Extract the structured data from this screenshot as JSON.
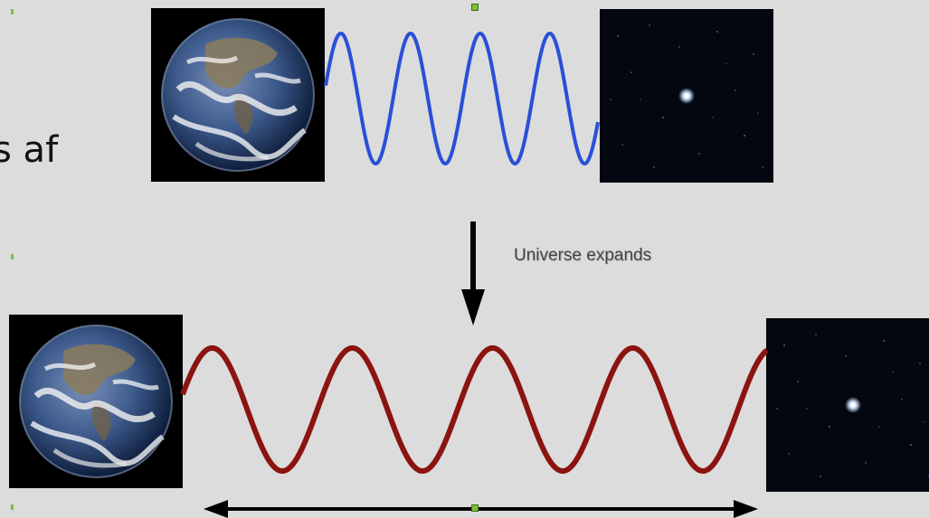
{
  "caption": "Universe expands",
  "partial_text": "s af",
  "colors": {
    "short_wave": "#2a4fd8",
    "long_wave": "#8b1410",
    "arrow": "#000000",
    "handle": "#7bbf3a",
    "space": "#03070f"
  },
  "icons": [
    "earth-image",
    "star-field-image",
    "down-arrow-icon",
    "double-arrow-icon"
  ]
}
